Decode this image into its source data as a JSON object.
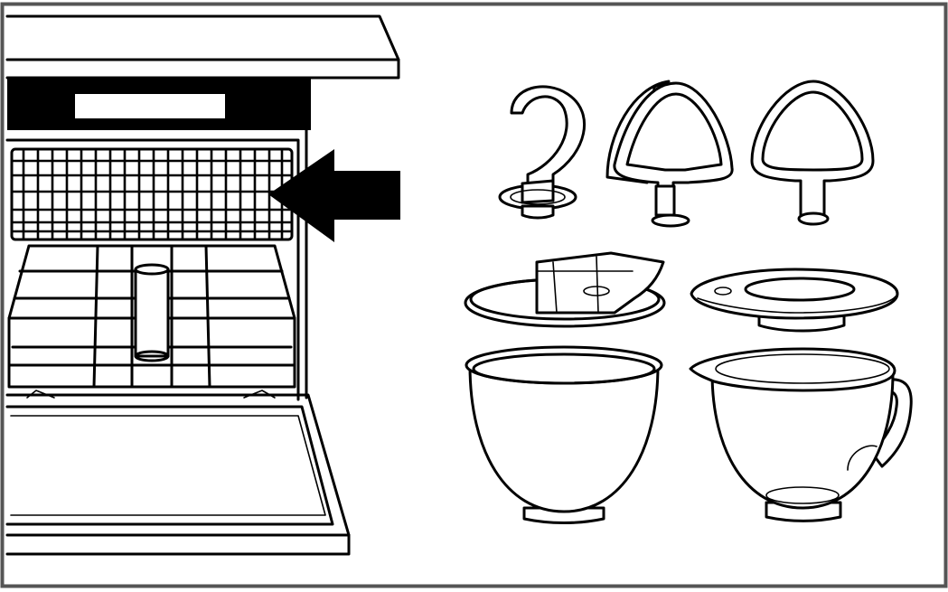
{
  "figure": {
    "scene": "dishwasher-with-mixer-accessories",
    "border_color": "#555555",
    "line_color": "#000000",
    "fill_color": "#ffffff",
    "arrow_icon": "arrow-left-icon",
    "items": [
      {
        "name": "dough-hook",
        "icon": "dough-hook-icon"
      },
      {
        "name": "flex-edge-beater",
        "icon": "flex-edge-beater-icon"
      },
      {
        "name": "flat-beater",
        "icon": "flat-beater-icon"
      },
      {
        "name": "pouring-shield",
        "icon": "pouring-shield-icon"
      },
      {
        "name": "bowl-lid",
        "icon": "bowl-lid-icon"
      },
      {
        "name": "mixing-bowl",
        "icon": "mixing-bowl-icon"
      },
      {
        "name": "glass-bowl-with-handle",
        "icon": "glass-bowl-icon"
      }
    ]
  }
}
